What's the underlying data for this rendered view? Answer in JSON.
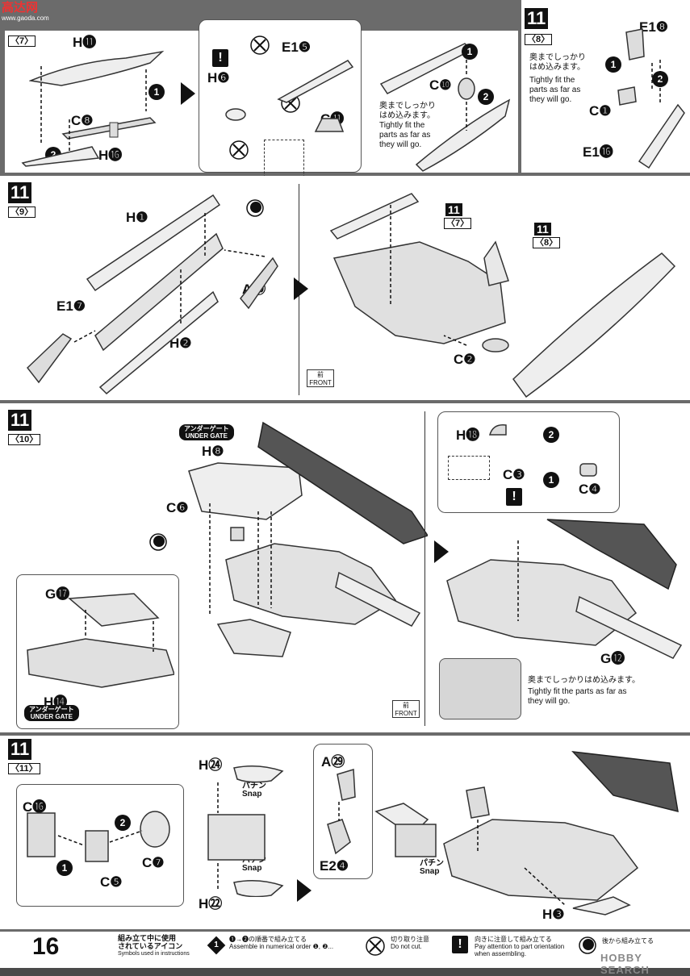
{
  "header_logo": {
    "text": "高达网",
    "sub": "www.gaoda.com"
  },
  "sections": {
    "s7": {
      "sub": "〈7〉"
    },
    "s8": {
      "step": "11",
      "sub": "〈8〉"
    },
    "s9": {
      "step": "11",
      "sub": "〈9〉"
    },
    "s10": {
      "step": "11",
      "sub": "〈10〉"
    },
    "s11": {
      "step": "11",
      "sub": "〈11〉"
    }
  },
  "labels": {
    "h11": "H⓫",
    "c8": "C❽",
    "h16": "H⓰",
    "h6": "H❻",
    "e15": "E1❺",
    "c11": "C⓫",
    "c10": "C❿",
    "e18": "E1❽",
    "c1": "C❶",
    "e16": "E1⓰",
    "h1": "H❶",
    "e17": "E1❼",
    "h2": "H❷",
    "a30": "A㉚",
    "c2": "C❷",
    "ref7": "11",
    "ref7sub": "〈7〉",
    "ref8": "11",
    "ref8sub": "〈8〉",
    "h8": "H❽",
    "c6": "C❻",
    "g17": "G⓱",
    "h14": "H⓮",
    "h18": "H⓲",
    "c3": "C❸",
    "c4": "C❹",
    "g12": "G⓬",
    "c16": "C⓰",
    "c7": "C❼",
    "c5": "C❺",
    "h24": "H㉔",
    "h22": "H㉒",
    "a29": "A㉙",
    "e24": "E2❹",
    "h3": "H❸"
  },
  "notes": {
    "tight_jp": "奥までしっかり\nはめ込みます。",
    "tight_en": "Tightly fit the\nparts as far as\nthey will go.",
    "tight_jp_one": "奥までしっかりはめ込みます。",
    "tight_en_two": "Tightly fit the parts as far as\nthey will go."
  },
  "under_gate": {
    "jp": "アンダーゲート",
    "en": "UNDER GATE"
  },
  "front": {
    "jp": "前",
    "en": "FRONT"
  },
  "snap": {
    "jp": "パチン",
    "en": "Snap"
  },
  "footer": {
    "page": "16",
    "icons_title_jp": "組み立て中に使用\nされているアイコン",
    "icons_title_en": "Symbols used in instructions",
    "order_jp": "❶→❷の順番で組み立てる",
    "order_en": "Assemble in numerical order ❶, ❷...",
    "nocut_jp": "切り取り注意",
    "nocut_en": "Do not cut.",
    "orient_jp": "向きに注意して組み立てる",
    "orient_en": "Pay attention to part orientation when assembling.",
    "later_jp": "後から組み立てる",
    "watermark": "HOBBY SEARCH"
  }
}
